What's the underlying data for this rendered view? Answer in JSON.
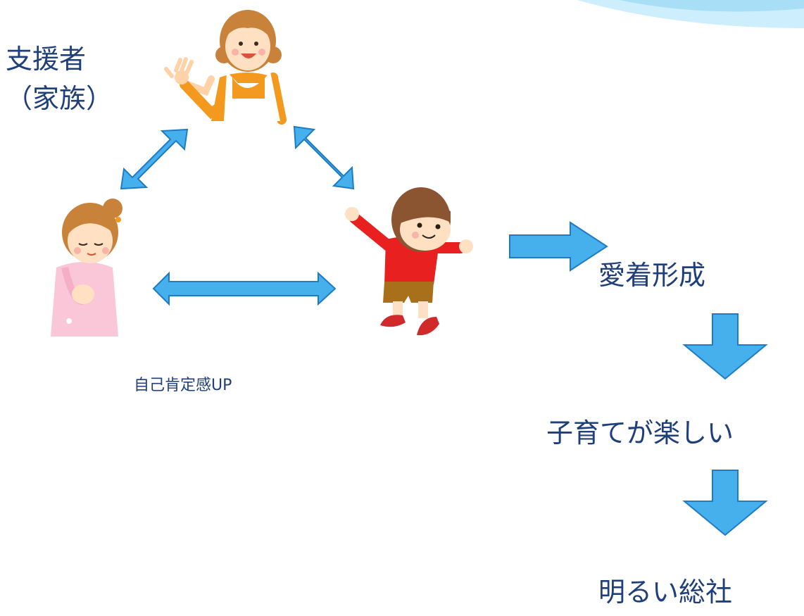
{
  "supporter": {
    "line1": "支援者",
    "line2": "（家族）"
  },
  "self_esteem": "自己肯定感UP",
  "outcomes": {
    "attachment": "愛着形成",
    "childcare_fun": "子育てが楽しい",
    "bright_society": "明るい総社"
  },
  "colors": {
    "text": "#1f3f7a",
    "arrow_fill": "#45b0ec",
    "arrow_stroke": "#1e7bc4",
    "corner_wave": "#bfe6f8"
  }
}
